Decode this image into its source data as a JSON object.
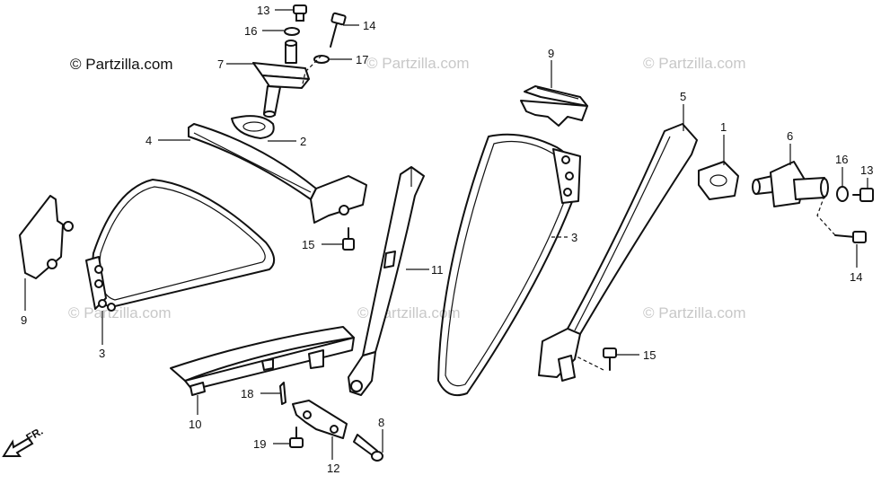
{
  "brand": {
    "text": "© Partzilla.com"
  },
  "watermarks": [
    "© Partzilla.com",
    "© Partzilla.com",
    "© Partzilla.com",
    "© Partzilla.com",
    "© Partzilla.com"
  ],
  "direction": {
    "label": "FR."
  },
  "callouts": {
    "c13a": "13",
    "c16a": "16",
    "c14a": "14",
    "c17": "17",
    "c7": "7",
    "c9a": "9",
    "c5": "5",
    "c4": "4",
    "c2": "2",
    "c1": "1",
    "c6": "6",
    "c16b": "16",
    "c13b": "13",
    "c3a": "3",
    "c15a": "15",
    "c11": "11",
    "c14b": "14",
    "c9b": "9",
    "c3b": "3",
    "c15b": "15",
    "c18": "18",
    "c10": "10",
    "c8": "8",
    "c19": "19",
    "c12": "12"
  }
}
